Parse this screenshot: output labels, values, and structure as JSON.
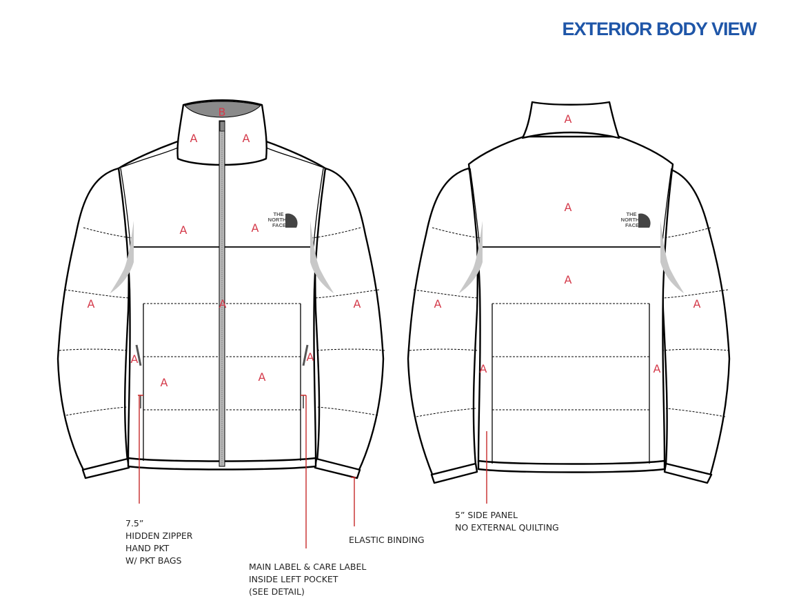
{
  "title": "EXTERIOR BODY VIEW",
  "logo_lines": [
    "THE",
    "NORTH",
    "FACE"
  ],
  "colors": {
    "title": "#1f56a8",
    "fabric_label": "#d43a4a",
    "leader_line": "#c62828",
    "collar_lining": "#8a8a8a"
  },
  "front_labels": {
    "collar": "B",
    "collar_left": "A",
    "collar_right": "A",
    "yoke_left": "A",
    "yoke_right": "A",
    "body_center": "A",
    "sleeve_left": "A",
    "sleeve_right": "A",
    "side_left": "A",
    "side_right": "A",
    "lower_left": "A",
    "lower_right": "A"
  },
  "back_labels": {
    "collar": "A",
    "yoke": "A",
    "body": "A",
    "sleeve_left": "A",
    "sleeve_right": "A",
    "side_left": "A",
    "side_right": "A"
  },
  "callouts": {
    "pocket": [
      "7.5”",
      "HIDDEN ZIPPER",
      "HAND PKT",
      "W/ PKT BAGS"
    ],
    "main_label": [
      "MAIN LABEL & CARE LABEL",
      "INSIDE LEFT POCKET",
      "(SEE DETAIL)"
    ],
    "elastic": [
      "ELASTIC BINDING"
    ],
    "side_panel": [
      "5” SIDE PANEL",
      "NO EXTERNAL QUILTING"
    ]
  }
}
